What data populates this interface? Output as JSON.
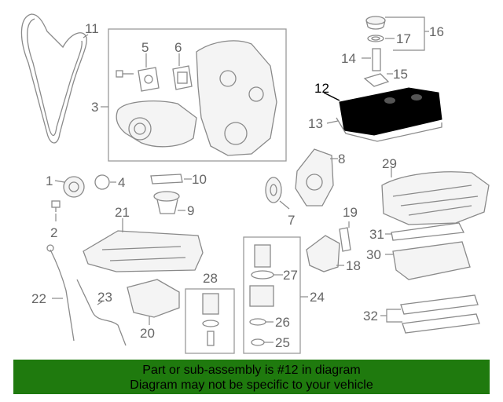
{
  "callouts": {
    "c1": "1",
    "c2": "2",
    "c3": "3",
    "c4": "4",
    "c5": "5",
    "c6": "6",
    "c7": "7",
    "c8": "8",
    "c9": "9",
    "c10": "10",
    "c11": "11",
    "c12": "12",
    "c13": "13",
    "c14": "14",
    "c15": "15",
    "c16": "16",
    "c17": "17",
    "c18": "18",
    "c19": "19",
    "c20": "20",
    "c21": "21",
    "c22": "22",
    "c23": "23",
    "c24": "24",
    "c25": "25",
    "c26": "26",
    "c27": "27",
    "c28": "28",
    "c29": "29",
    "c30": "30",
    "c31": "31",
    "c32": "32"
  },
  "highlight_color": "#000000",
  "banner": {
    "line1": "Part or sub-assembly is #12 in diagram",
    "line2": "Diagram may not be specific to your vehicle",
    "color": "#1f7a0e"
  }
}
